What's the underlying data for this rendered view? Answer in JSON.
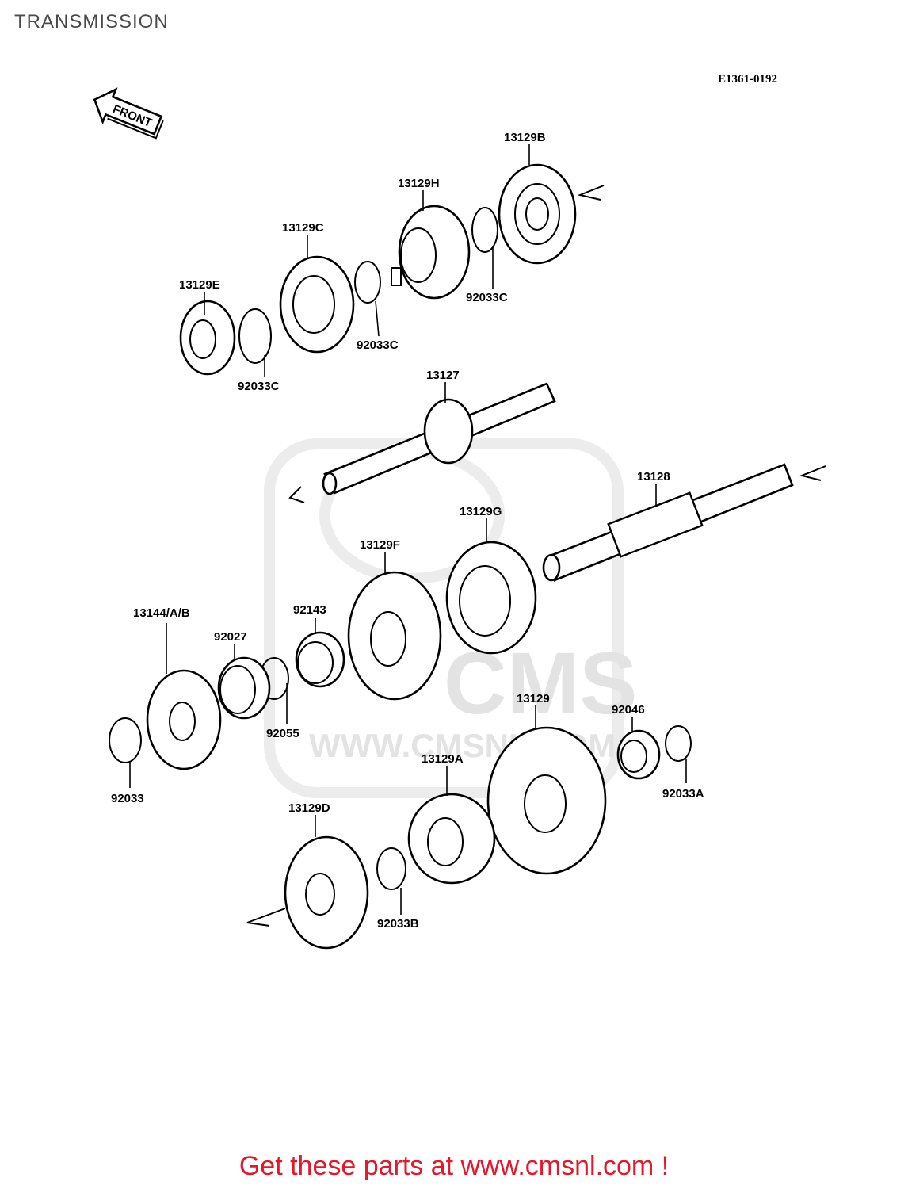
{
  "header": {
    "title": "TRANSMISSION"
  },
  "diagram": {
    "code": "E1361-0192",
    "front_label": "FRONT",
    "watermark": {
      "brand": "CMS",
      "url": "WWW.CMSNL.COM"
    },
    "parts": [
      {
        "id": "p13129B",
        "label": "13129B",
        "type": "gear"
      },
      {
        "id": "p13129H",
        "label": "13129H",
        "type": "gear"
      },
      {
        "id": "p13129C",
        "label": "13129C",
        "type": "gear"
      },
      {
        "id": "p13129E",
        "label": "13129E",
        "type": "gear"
      },
      {
        "id": "p92033C_a",
        "label": "92033C",
        "type": "circlip"
      },
      {
        "id": "p92033C_b",
        "label": "92033C",
        "type": "circlip"
      },
      {
        "id": "p92033C_c",
        "label": "92033C",
        "type": "circlip"
      },
      {
        "id": "p13127",
        "label": "13127",
        "type": "shaft"
      },
      {
        "id": "p13128",
        "label": "13128",
        "type": "shaft"
      },
      {
        "id": "p13129G",
        "label": "13129G",
        "type": "gear"
      },
      {
        "id": "p13129F",
        "label": "13129F",
        "type": "gear"
      },
      {
        "id": "p92143",
        "label": "92143",
        "type": "collar"
      },
      {
        "id": "p92027",
        "label": "92027",
        "type": "collar"
      },
      {
        "id": "p13144",
        "label": "13144/A/B",
        "type": "sprocket"
      },
      {
        "id": "p92055",
        "label": "92055",
        "type": "o-ring"
      },
      {
        "id": "p92033",
        "label": "92033",
        "type": "circlip"
      },
      {
        "id": "p13129",
        "label": "13129",
        "type": "gear"
      },
      {
        "id": "p92046",
        "label": "92046",
        "type": "bearing"
      },
      {
        "id": "p92033A",
        "label": "92033A",
        "type": "circlip"
      },
      {
        "id": "p13129A",
        "label": "13129A",
        "type": "gear"
      },
      {
        "id": "p13129D",
        "label": "13129D",
        "type": "gear"
      },
      {
        "id": "p92033B",
        "label": "92033B",
        "type": "circlip"
      }
    ]
  },
  "footer": {
    "promo": "Get these parts at www.cmsnl.com !"
  }
}
